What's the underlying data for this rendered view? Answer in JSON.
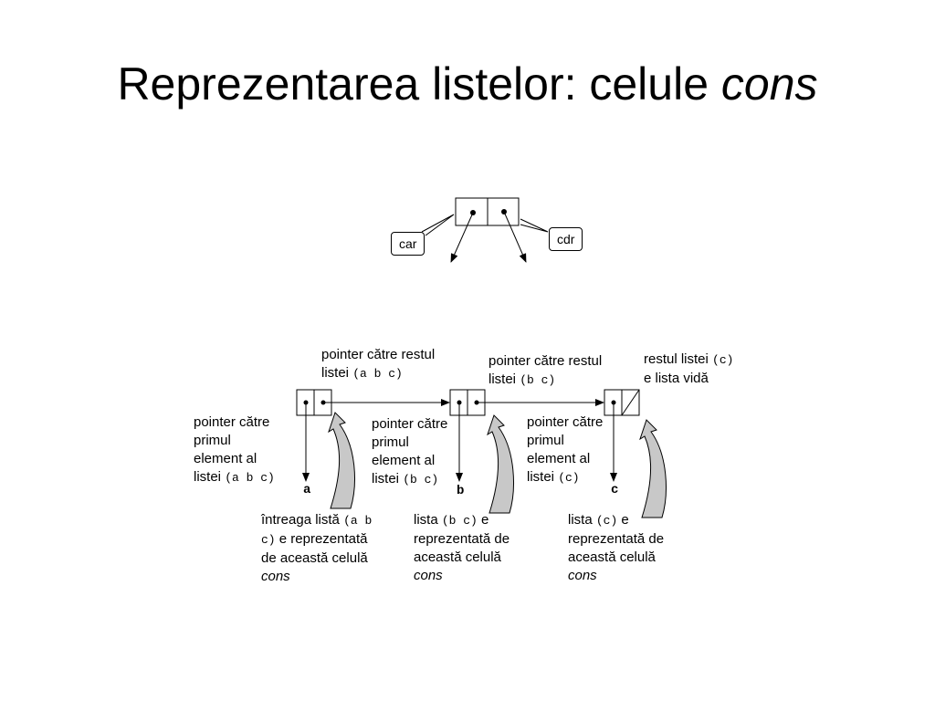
{
  "title": {
    "main": "Reprezentarea listelor: celule ",
    "emphasis": "cons"
  },
  "top_cell": {
    "car_label": "car",
    "cdr_label": "cdr"
  },
  "labels": {
    "rest1_line1": "pointer către restul",
    "rest1_line2": "listei ",
    "rest1_code": "(a b c)",
    "rest2_line1": "pointer către restul",
    "rest2_line2": "listei ",
    "rest2_code": "(b c)",
    "rest3_line1": "restul listei ",
    "rest3_code": "(c)",
    "rest3_line2": "e lista vidă",
    "first1_l1": "pointer către",
    "first1_l2": "primul",
    "first1_l3": "element al",
    "first1_l4": "listei ",
    "first1_code": "(a b c)",
    "first2_l1": "pointer către",
    "first2_l2": "primul",
    "first2_l3": "element al",
    "first2_l4": "listei ",
    "first2_code": "(b c)",
    "first3_l1": "pointer către",
    "first3_l2": "primul",
    "first3_l3": "element al",
    "first3_l4": "listei ",
    "first3_code": "(c)",
    "whole1_l1": "întreaga listă ",
    "whole1_code1": "(a b",
    "whole1_code2": "c)",
    "whole1_l2": " e reprezentată",
    "whole1_l3": "de această celulă",
    "whole1_l4": "cons",
    "whole2_l1": "lista ",
    "whole2_code": "(b c)",
    "whole2_l1b": " e",
    "whole2_l2": "reprezentată de",
    "whole2_l3": "această celulă",
    "whole2_l4": "cons",
    "whole3_l1": "lista ",
    "whole3_code": "(c)",
    "whole3_l1b": " e",
    "whole3_l2": "reprezentată de",
    "whole3_l3": "această celulă",
    "whole3_l4": "cons"
  },
  "elements": [
    "a",
    "b",
    "c"
  ],
  "colors": {
    "curve_fill": "#c8c8c8",
    "line": "#000000"
  }
}
